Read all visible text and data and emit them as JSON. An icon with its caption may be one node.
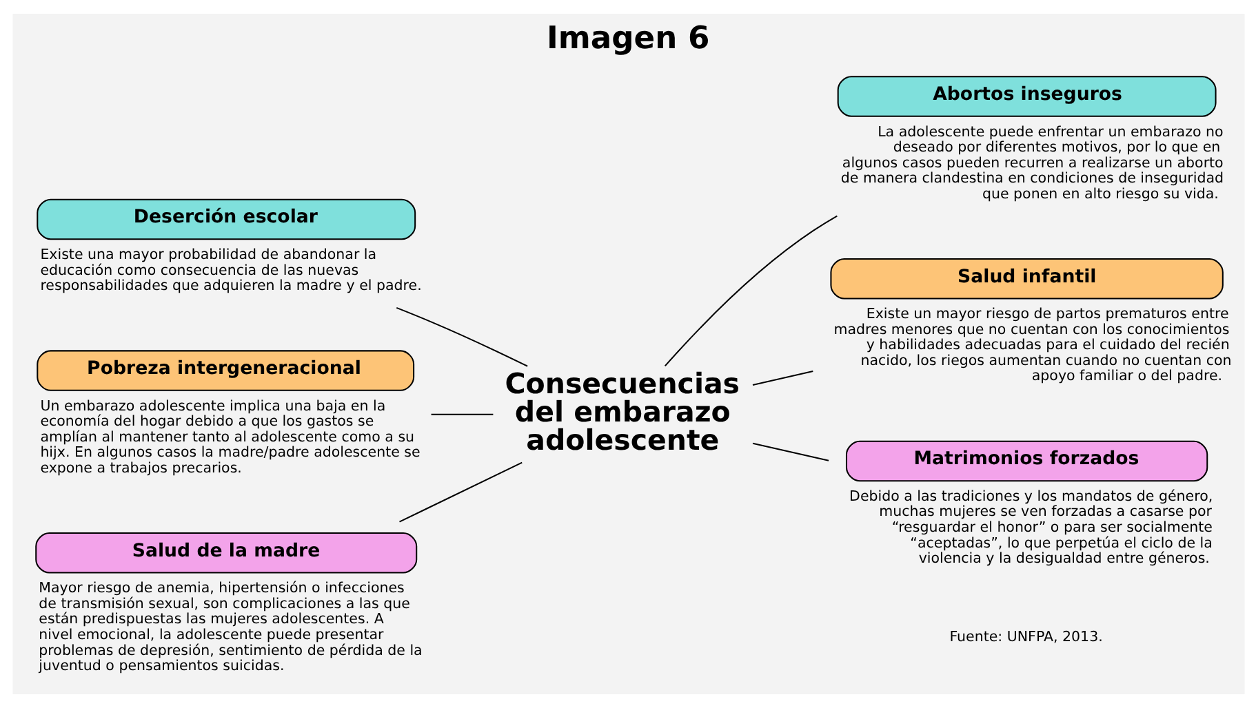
{
  "diagram": {
    "title": "Imagen 6",
    "nodes": [
      {
        "text": [
          "Deserción escolar",
          "Existe una mayor probabilidad de abandonar la educación como consecuencia de las nuevas responsabilidades que adquieren la madre y el padre."
        ]
      },
      {
        "text": [
          "Abortos inseguros",
          "La adolescente puede enfrentar un embarazo no deseado por diferentes motivos, por lo que en algunos casos pueden recurren a realizarse un aborto de manera clandestina en condiciones de inseguridad que ponen en alto riesgo su vida."
        ]
      },
      {
        "text": [
          "Pobreza intergeneracional",
          "Un embarazo adolescente implica una baja en la economía del hogar debido a que los gastos se amplían al mantener tanto al adolescente como a su hijx. En algunos casos la madre/padre adolescente se expone a trabajos precarios."
        ]
      },
      {
        "text": [
          "Consecuencias del embarazo adolescente"
        ]
      },
      {
        "text": [
          "Salud infantil",
          "Existe un mayor riesgo de partos prematuros entre madres menores que no cuentan con los conocimientos y habilidades adecuadas para el cuidado del recién nacido, los riegos aumentan cuando no cuentan con apoyo familiar o del padre."
        ]
      },
      {
        "text": [
          "Salud de la madre",
          "Mayor riesgo de anemia, hipertensión o infecciones de transmisión sexual, son complicaciones a las que están predispuestas las mujeres adolescentes. A nivel emocional, la adolescente puede presentar problemas de depresión, sentimiento de pérdida de la juventud o pensamientos suicidas."
        ]
      },
      {
        "text": [
          "Matrimonios forzados",
          "Debido a las tradiciones y los mandatos de género, muchas mujeres se ven forzadas a casarse por “resguardar el honor” o para ser socialmente “aceptadas”, lo que perpetúa el ciclo de la violencia y la desigualdad entre géneros."
        ]
      }
    ],
    "edges": [
      {
        "from": 0,
        "to": 3,
        "arrow": "none"
      },
      {
        "from": 3,
        "to": 1,
        "arrow": "none"
      },
      {
        "from": 2,
        "to": 3,
        "arrow": "none"
      },
      {
        "from": 3,
        "to": 4,
        "arrow": "none"
      },
      {
        "from": 5,
        "to": 3,
        "arrow": "none"
      },
      {
        "from": 3,
        "to": 6,
        "arrow": "none"
      }
    ],
    "labels": [
      "Fuente: UNFPA, 2013."
    ]
  }
}
